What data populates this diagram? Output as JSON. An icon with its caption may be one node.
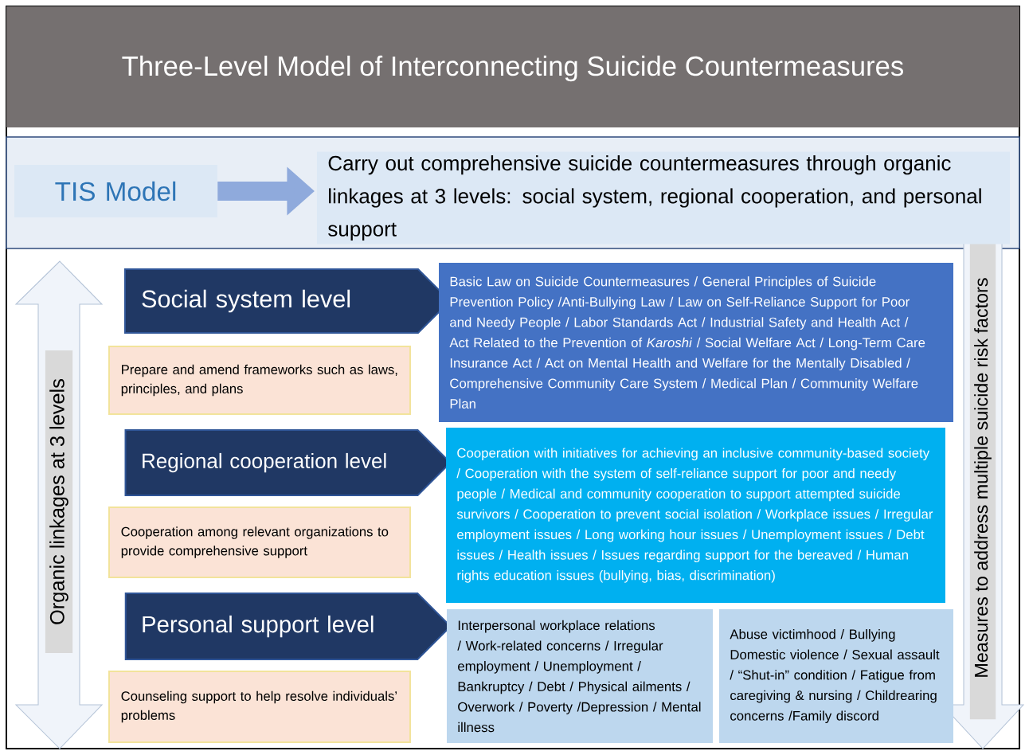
{
  "diagram": {
    "title": "Three-Level Model of Interconnecting Suicide Countermeasures",
    "nodes": [
      {
        "text": [
          "TIS Model"
        ]
      },
      {
        "text": [
          "Carry out comprehensive suicide countermeasures through organic linkages at 3 levels: social system, regional cooperation, and personal support"
        ]
      },
      {
        "text": [
          "Social system level"
        ]
      },
      {
        "text": [
          "Prepare and amend frameworks such as laws, principles, and plans"
        ]
      },
      {
        "text": [
          "Regional cooperation level"
        ]
      },
      {
        "text": [
          "Cooperation among relevant organizations to provide comprehensive support"
        ]
      },
      {
        "text": [
          "Personal support level"
        ]
      },
      {
        "text": [
          "Counseling support to help resolve individuals’ problems"
        ]
      },
      {
        "text": [
          "Basic Law on Suicide Countermeasures / General Principles of Suicide Prevention Policy /Anti-Bullying Law / Law on Self-Reliance Support for Poor and Needy People / Labor Standards Act / Industrial Safety and Health Act / Act Related to the Prevention of *Karoshi* / Social Welfare Act / Long-Term Care Insurance Act / Act on Mental Health and Welfare for the Mentally Disabled / Comprehensive Community Care System / Medical Plan / Community Welfare Plan"
        ]
      },
      {
        "text": [
          "Cooperation with initiatives for achieving an inclusive community-based society / Cooperation with the system of self-reliance support for poor and needy people / Medical and community cooperation to support attempted suicide survivors / Cooperation to prevent social isolation / Workplace issues / Irregular employment issues / Long working hour issues / Unemployment issues / Debt issues / Health issues / Issues regarding support for the bereaved / Human rights education issues (bullying, bias, discrimination)"
        ]
      },
      {
        "text": [
          "Interpersonal workplace relations / Work-related concerns / Irregular employment / Unemployment / Bankruptcy / Debt / Physical ailments / Overwork / Poverty /Depression / Mental illness"
        ]
      },
      {
        "text": [
          "Abuse victimhood / Bullying Domestic violence / Sexual assault / “Shut-in” condition / Fatigue from caregiving & nursing / Childrearing concerns /Family discord"
        ]
      }
    ],
    "edges": [
      {
        "from": 0,
        "to": 1,
        "arrow": "to"
      }
    ],
    "labels": [
      "Organic linkages at 3 levels",
      "Measures to address multiple suicide risk factors"
    ]
  }
}
